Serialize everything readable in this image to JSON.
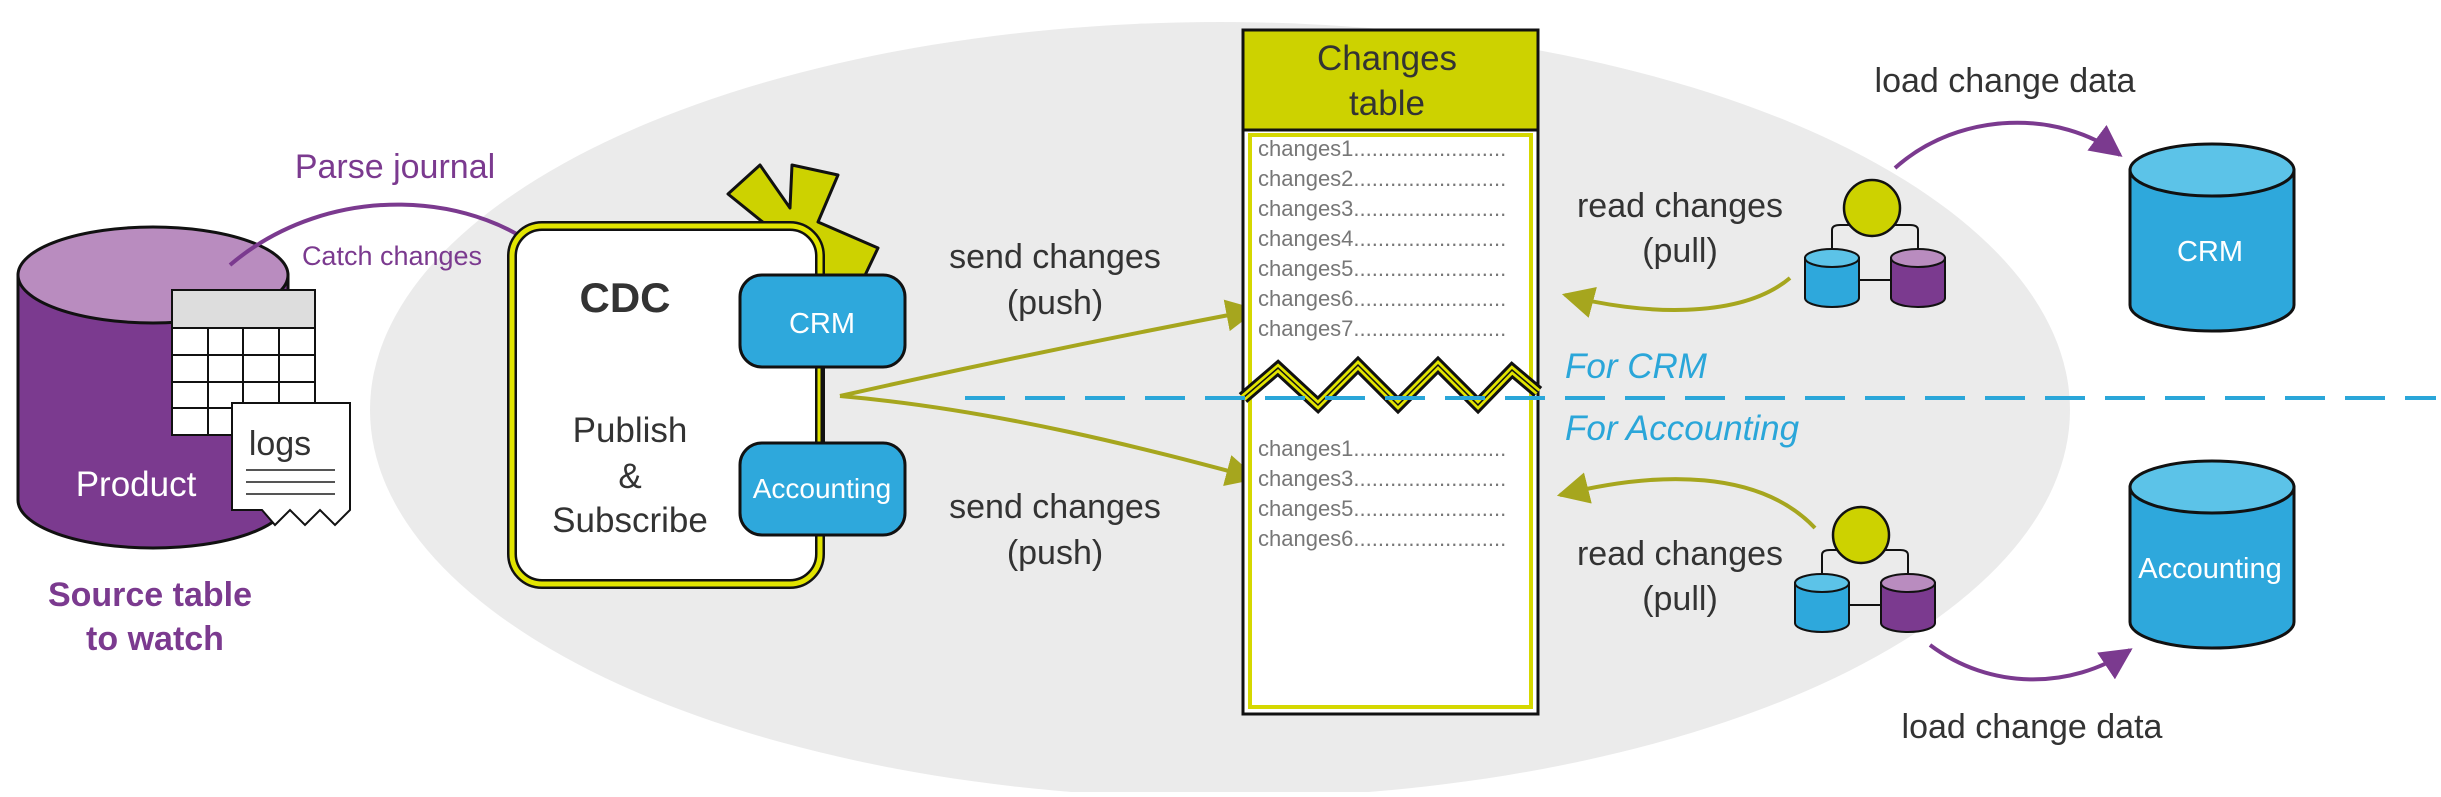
{
  "source": {
    "db_label": "Product",
    "logs_label": "logs",
    "caption_line1": "Source table",
    "caption_line2": "to watch",
    "parse_label": "Parse journal",
    "catch_label": "Catch changes"
  },
  "cdc": {
    "title": "CDC",
    "line1": "Publish",
    "line2": "&",
    "line3": "Subscribe",
    "sub_crm": "CRM",
    "sub_accounting": "Accounting"
  },
  "push_top": {
    "line1": "send changes",
    "line2": "(push)"
  },
  "push_bottom": {
    "line1": "send changes",
    "line2": "(push)"
  },
  "changes_table": {
    "title_line1": "Changes",
    "title_line2": "table",
    "top_rows": [
      "changes1.........................",
      "changes2.........................",
      "changes3.........................",
      "changes4.........................",
      "changes5.........................",
      "changes6.........................",
      "changes7........................."
    ],
    "bottom_rows": [
      "changes1.........................",
      "changes3.........................",
      "changes5.........................",
      "changes6........................."
    ]
  },
  "divider": {
    "top_label": "For CRM",
    "bottom_label": "For Accounting"
  },
  "pull_top": {
    "line1": "read changes",
    "line2": "(pull)"
  },
  "pull_bottom": {
    "line1": "read changes",
    "line2": "(pull)"
  },
  "targets": {
    "crm_label": "CRM",
    "accounting_label": "Accounting",
    "load_top": "load change data",
    "load_bottom": "load change data"
  },
  "colors": {
    "purple": "#7b3a8f",
    "purple_light": "#b98cbf",
    "olive": "#cdd200",
    "olive_dark": "#a6a61e",
    "blue": "#2ea8dc",
    "blue_light": "#5cc3e8",
    "ellipse": "#ebebeb"
  }
}
